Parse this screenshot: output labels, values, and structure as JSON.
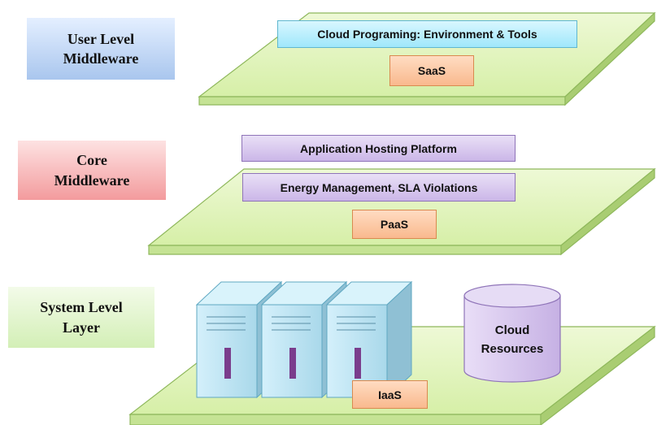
{
  "layers": {
    "user_level": {
      "line1": "User Level",
      "line2": "Middleware",
      "color": "#b7cff0"
    },
    "core": {
      "line1": "Core",
      "line2": "Middleware",
      "color": "#f4a9aa"
    },
    "system_level": {
      "line1": "System Level",
      "line2": "Layer",
      "color": "#d9f1bf"
    }
  },
  "user_level_layer": {
    "cloud_programming": "Cloud Programing: Environment & Tools",
    "saas": "SaaS"
  },
  "core_layer": {
    "app_hosting": "Application Hosting Platform",
    "energy_mgmt": "Energy Management, SLA Violations",
    "paas": "PaaS"
  },
  "system_layer": {
    "cloud_resources_line1": "Cloud",
    "cloud_resources_line2": "Resources",
    "iaas": "IaaS"
  },
  "colors": {
    "platform_top": "#e2f5bd",
    "platform_front": "#c5e394",
    "platform_side": "#a9cd72",
    "platform_border": "#8fb85c",
    "server_face": "#bfe5f2",
    "server_side": "#8fc0d4",
    "server_slot": "#7a3d8c",
    "cylinder": "#d7c8ec"
  }
}
